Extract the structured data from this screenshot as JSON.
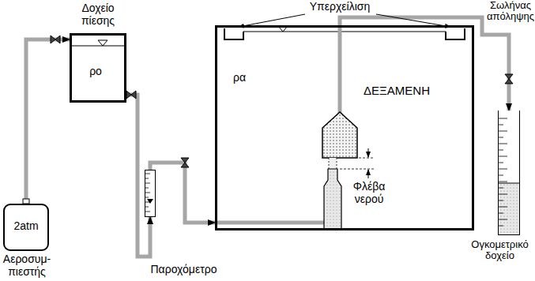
{
  "diagram": {
    "nodes": [
      {
        "text": [
          "2atm",
          "Αεροσυμ- πιεστής"
        ]
      },
      {
        "text": [
          "Δοχείο πίεσης",
          "ρo"
        ]
      },
      {
        "text": [
          "Παροχόμετρο"
        ]
      },
      {
        "text": [
          "ΔΕΞΑΜΕΝΗ",
          "ρα"
        ]
      },
      {
        "text": [
          "Ογκομετρικό δοχείο"
        ]
      }
    ],
    "edges": [
      {
        "from": 0,
        "to": 1,
        "arrow": "to"
      },
      {
        "from": 1,
        "to": 2,
        "arrow": "to"
      },
      {
        "from": 2,
        "to": 3,
        "arrow": "to"
      },
      {
        "from": 3,
        "to": 4,
        "arrow": "to"
      }
    ],
    "labels": [
      "Υπερχείλιση",
      "Σωλήνας απόληψης",
      "Φλέβα νερού"
    ]
  }
}
